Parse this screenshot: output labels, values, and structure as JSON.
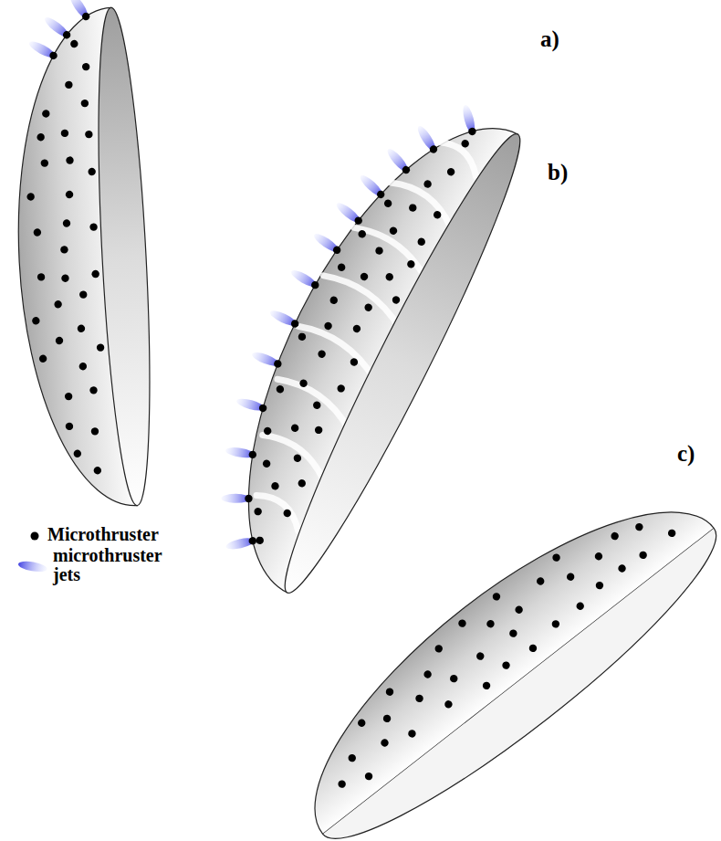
{
  "diagram": {
    "labels": [
      "a)",
      "b)",
      "c)"
    ],
    "legend": [
      {
        "text": "Microthruster"
      },
      {
        "text": "microthruster jets"
      }
    ]
  }
}
